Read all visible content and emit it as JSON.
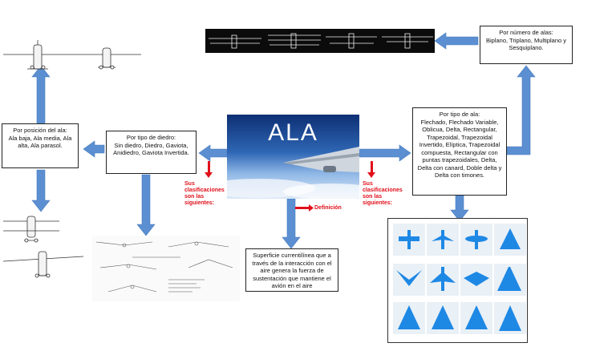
{
  "hero": {
    "title": "ALA"
  },
  "boxes": {
    "posicion": "Por posición del ala:\nAla baja, Ala media, Ala alta, Ala parasol.",
    "diedro": "Por tipo de diedro:\nSin diedro, Diedro, Gaviota, Anidiedro, Gaviota Invertida.",
    "numero": "Por número de alas:\nBiplano, Triplano, Multiplano y Sesquiplano.",
    "tipo": "Por tipo de ala:\nFlechado, Flechado Variable, Oblicua, Delta, Rectangular, Trapezoidal, Trapezoidal Invertido, Elíptica, Trapezoidal compuesta, Rectangular con puntas trapezoidales, Delta, Delta con canard, Doble delta y Delta con timones.",
    "definicion_texto": "Superficie currentilínea que a través de la interacción con el aire genera la fuerza de sustentación que mantiene el avión en el aire"
  },
  "notes": {
    "left": "Sus\nclasificaciones\nson las\nsiguientes:",
    "right": "Sus\nclasificaciones\nson las\nsiguientes:",
    "definicion": "Definición"
  },
  "colors": {
    "arrow": "#5b8fd1",
    "red": "#e0101a"
  }
}
